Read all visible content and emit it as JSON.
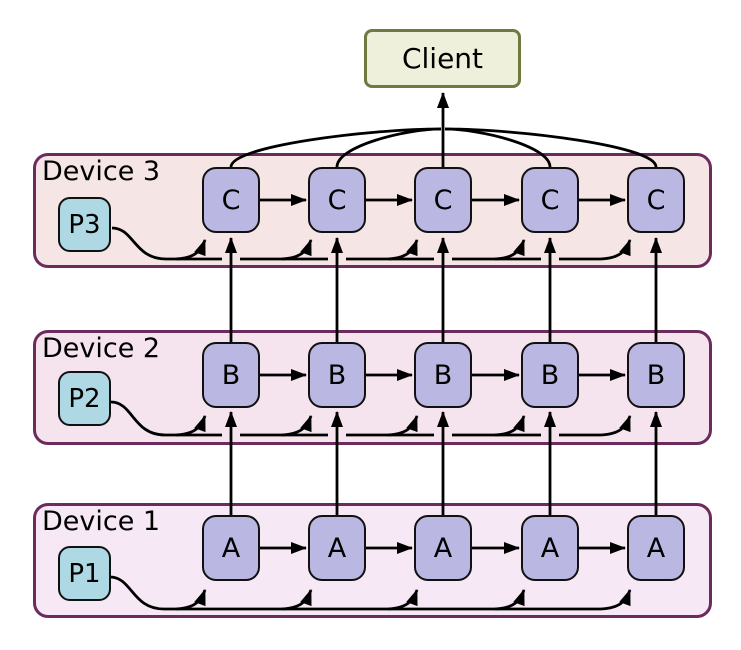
{
  "client": {
    "label": "Client"
  },
  "devices": [
    {
      "label": "Device 3",
      "process": "P3",
      "nodes": [
        "C",
        "C",
        "C",
        "C",
        "C"
      ]
    },
    {
      "label": "Device 2",
      "process": "P2",
      "nodes": [
        "B",
        "B",
        "B",
        "B",
        "B"
      ]
    },
    {
      "label": "Device 1",
      "process": "P1",
      "nodes": [
        "A",
        "A",
        "A",
        "A",
        "A"
      ]
    }
  ],
  "colors": {
    "background": "#ffffff",
    "band_border": "#6b2b5d",
    "device3_fill": "#f6e5e5",
    "device2_fill": "#f5e4ee",
    "device1_fill": "#f6e8f4",
    "node_fill": "#bab8e3",
    "node_border": "#111111",
    "process_fill": "#aed8e4",
    "process_border": "#111111",
    "client_fill": "#eef0dc",
    "client_border": "#6f7a41",
    "edge_color": "#000000",
    "text_color": "#000000"
  }
}
